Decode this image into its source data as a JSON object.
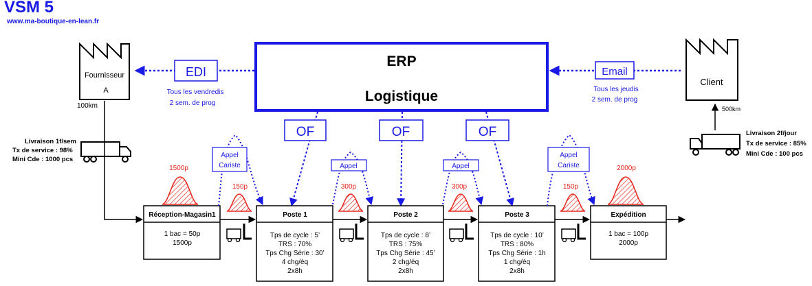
{
  "header": {
    "title": "VSM 5",
    "url": "www.ma-boutique-en-lean.fr"
  },
  "erp": {
    "line1": "ERP",
    "line2": "Logistique"
  },
  "supplier": {
    "name_line1": "Fournisseur",
    "name_line2": "A",
    "distance": "100km",
    "info": [
      "Livraison 1f/sem",
      "Tx de service : 98%",
      "Mini Cde : 1000 pcs"
    ]
  },
  "client": {
    "name": "Client",
    "distance": "500km",
    "info": [
      "Livraison 2f/jour",
      "Tx de service : 85%",
      "Mini Cde : 100 pcs"
    ]
  },
  "flows": {
    "edi": {
      "label": "EDI",
      "sub1": "Tous les vendredis",
      "sub2": "2 sem. de prog"
    },
    "email": {
      "label": "Email",
      "sub1": "Tous les jeudis",
      "sub2": "2 sem. de prog"
    },
    "of_label": "OF"
  },
  "signals": {
    "appel_cariste_1": "Appel",
    "appel_cariste_2": "Cariste",
    "appel": "Appel"
  },
  "stocks": {
    "s1": "1500p",
    "s2": "150p",
    "s3": "300p",
    "s4": "300p",
    "s5": "150p",
    "s6": "2000p"
  },
  "processes": [
    {
      "name": "Réception-Magasin1",
      "lines": [
        "1 bac = 50p",
        "1500p"
      ]
    },
    {
      "name": "Poste 1",
      "lines": [
        "Tps de cycle : 5’",
        "TRS : 70%",
        "Tps Chg Série : 30’",
        "4 chg/éq",
        "2x8h"
      ]
    },
    {
      "name": "Poste 2",
      "lines": [
        "Tps de cycle : 8’",
        "TRS : 75%",
        "Tps Chg Série : 45’",
        "2 chg/éq",
        "2x8h"
      ]
    },
    {
      "name": "Poste 3",
      "lines": [
        "Tps de cycle : 10’",
        "TRS : 80%",
        "Tps Chg Série : 1h",
        "1 chg/éq",
        "2x8h"
      ]
    },
    {
      "name": "Expédition",
      "lines": [
        "1 bac = 100p",
        "2000p"
      ]
    }
  ],
  "colors": {
    "blue": "#1a1ae6",
    "red": "#e8261b",
    "black": "#000000"
  }
}
